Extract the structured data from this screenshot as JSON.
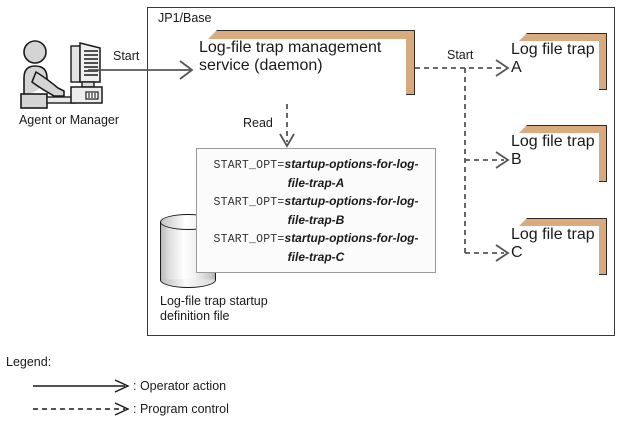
{
  "diagram": {
    "frame": {
      "label": "JP1/Base"
    },
    "actor": {
      "label": "Agent or Manager",
      "icon": "person-at-computer-icon"
    },
    "service_box": {
      "line1": "Log-file trap management",
      "line2": "service (daemon)"
    },
    "arrows": {
      "start_left": "Start",
      "start_right": "Start",
      "read": "Read"
    },
    "config_file": {
      "lines": [
        {
          "key": "START_OPT=",
          "value": "startup-options-for-log-file-trap-A"
        },
        {
          "key": "START_OPT=",
          "value": "startup-options-for-log-file-trap-B"
        },
        {
          "key": "START_OPT=",
          "value": "startup-options-for-log-file-trap-C"
        }
      ],
      "caption_line1": "Log-file trap startup",
      "caption_line2": "definition file",
      "icon": "database-cylinder-icon"
    },
    "traps": [
      {
        "line1": "Log file trap",
        "line2": "A"
      },
      {
        "line1": "Log file trap",
        "line2": "B"
      },
      {
        "line1": "Log file trap",
        "line2": "C"
      }
    ],
    "legend": {
      "title": "Legend:",
      "items": [
        {
          "style": "solid-arrow",
          "label": ": Operator action"
        },
        {
          "style": "dashed-arrow",
          "label": ": Program control"
        }
      ]
    },
    "colors": {
      "box_face": "#f7ddc3",
      "box_top": "#dbab80",
      "box_side": "#d9a97e",
      "outline": "#2b2b2b",
      "frame_border": "#3a3a3a",
      "arrow": "#555555",
      "config_border": "#9a9a9a"
    }
  }
}
